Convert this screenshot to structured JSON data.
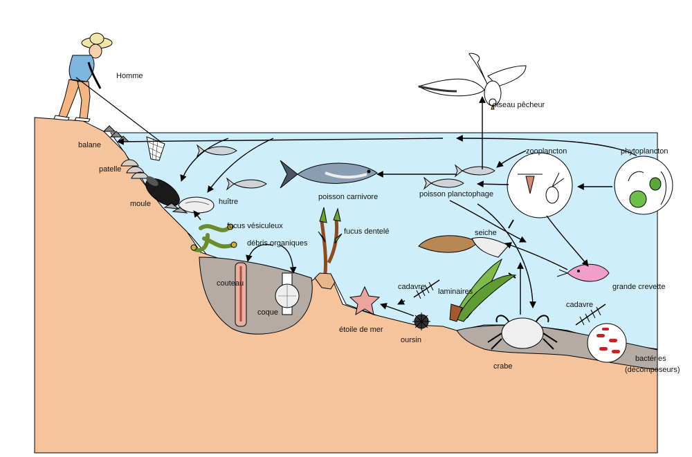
{
  "colors": {
    "water": "#cdeefa",
    "land": "#f5c49c",
    "sediment": "#b3aba4",
    "outline": "#000000",
    "bacteria": "#cc1f1f",
    "phyto_green": "#6cc04a"
  },
  "labels": {
    "homme": "Homme",
    "oiseau": "oiseau  pêcheur",
    "zooplancton": "zooplancton",
    "phytoplancton": "phytoplancton",
    "balane": "balane",
    "patelle": "patelle",
    "moule": "moule",
    "huitre": "huître",
    "fucus_vesiculeux": "fucus vésiculeux",
    "debris": "débris organiques",
    "fucus_dentele": "fucus dentelé",
    "poisson_carnivore": "poisson carnivore",
    "poisson_planctophage": "poisson planctophage",
    "seiche": "seiche",
    "grande_crevette": "grande crevette",
    "couteau": "couteau",
    "coque": "coque",
    "cadavre_1": "cadavre",
    "laminaires": "laminaires",
    "etoile": "étoile de mer",
    "oursin": "oursin",
    "cadavre_2": "cadavre",
    "crabe": "crabe",
    "bacteries": "bactéries",
    "decomposeurs": "(décomposeurs)"
  }
}
